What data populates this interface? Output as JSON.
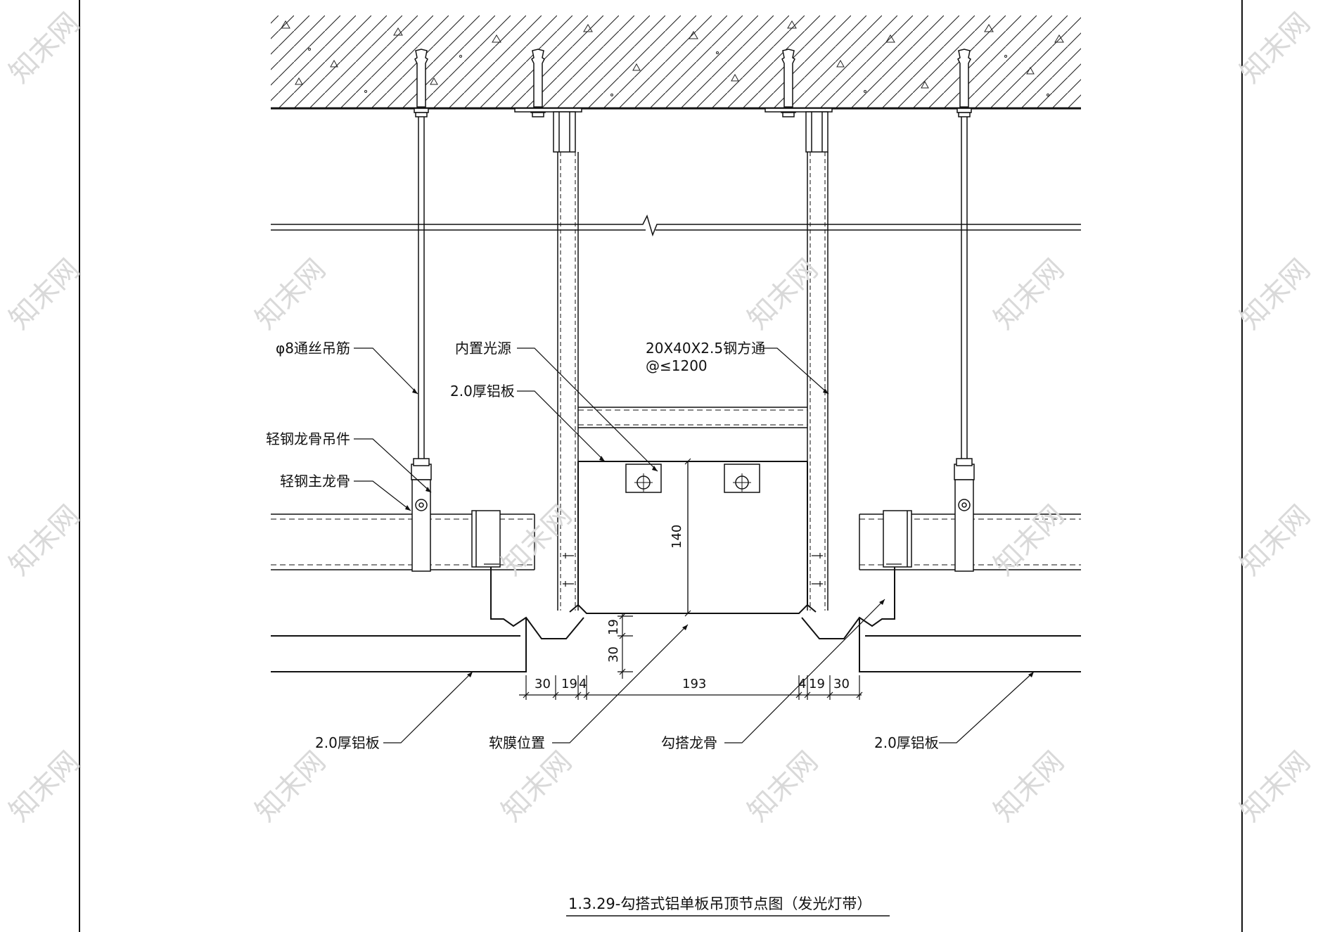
{
  "labels": {
    "rod": "φ8通丝吊筋",
    "light": "内置光源",
    "plate_top": "2.0厚铝板",
    "tube_line1": "20X40X2.5钢方通",
    "tube_line2": "@≤1200",
    "hanger": "轻钢龙骨吊件",
    "main_keel": "轻钢主龙骨",
    "plate_left": "2.0厚铝板",
    "membrane": "软膜位置",
    "hook_keel": "勾搭龙骨",
    "plate_right": "2.0厚铝板"
  },
  "dimensions": {
    "height_140": "140",
    "d19_v": "19",
    "d30_v": "30",
    "d30_l": "30",
    "d19_l": "19",
    "d4_l": "4",
    "d193": "193",
    "d4_r": "4",
    "d19_r": "19",
    "d30_r": "30"
  },
  "title": "1.3.29-勾搭式铝单板吊顶节点图（发光灯带）",
  "watermark": "知末网",
  "colors": {
    "line": "#111111",
    "watermark": "#d9d9d9"
  }
}
